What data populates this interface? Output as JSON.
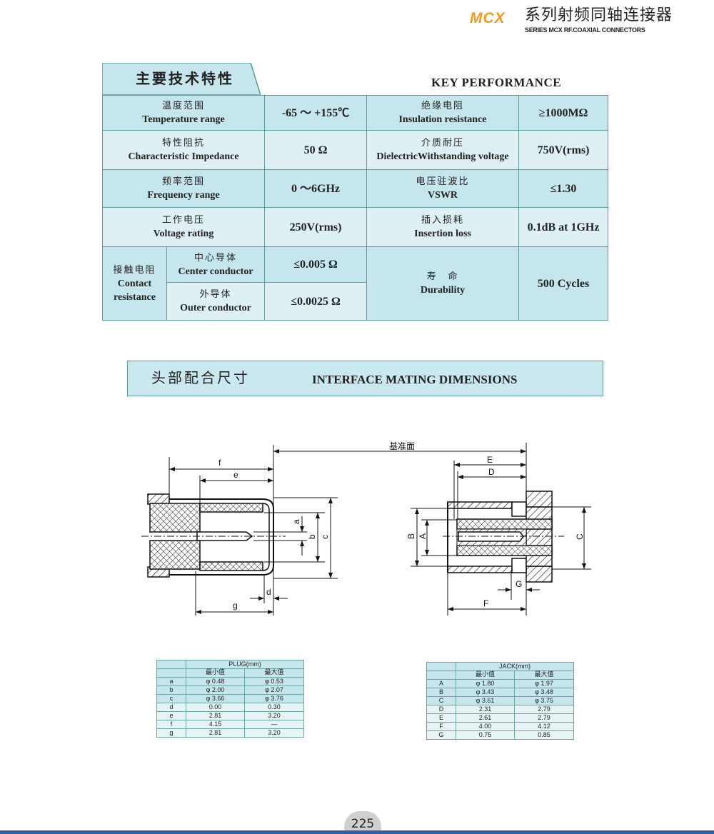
{
  "header": {
    "brand": "MCX",
    "title_cn": "系列射频同轴连接器",
    "title_en": "SERIES MCX RF.COAXIAL CONNECTORS"
  },
  "key_performance": {
    "title_cn": "主要技术特性",
    "title_en": "KEY PERFORMANCE",
    "rows": [
      {
        "l_cn": "温度范围",
        "l_en": "Temperature range",
        "l_val": "-65  ～ +155℃",
        "r_cn": "绝缘电阻",
        "r_en": "Insulation resistance",
        "r_val": "≥1000MΩ"
      },
      {
        "l_cn": "特性阻抗",
        "l_en": "Characteristic Impedance",
        "l_val": "50 Ω",
        "r_cn": "介质耐压",
        "r_en": "DielectricWithstanding voltage",
        "r_val": "750V(rms)"
      },
      {
        "l_cn": "频率范围",
        "l_en": "Frequency range",
        "l_val": "0 ～6GHz",
        "r_cn": "电压驻波比",
        "r_en": "VSWR",
        "r_val": "≤1.30"
      },
      {
        "l_cn": "工作电压",
        "l_en": "Voltage rating",
        "l_val": "250V(rms)",
        "r_cn": "插入损耗",
        "r_en": "Insertion loss",
        "r_val": "0.1dB at 1GHz"
      }
    ],
    "contact": {
      "cn": "接触电阻",
      "en1": "Contact",
      "en2": "resistance",
      "center_cn": "中心导体",
      "center_en": "Center conductor",
      "center_val": "≤0.005 Ω",
      "outer_cn": "外导体",
      "outer_en": "Outer conductor",
      "outer_val": "≤0.0025 Ω"
    },
    "durability": {
      "cn": "寿　命",
      "en": "Durability",
      "val": "500 Cycles"
    }
  },
  "interface": {
    "title_cn": "头部配合尺寸",
    "title_en": "INTERFACE MATING DIMENSIONS",
    "ref_plane": "基准面",
    "plug_labels": [
      "f",
      "e",
      "a",
      "b",
      "c",
      "d",
      "g"
    ],
    "jack_labels": [
      "E",
      "D",
      "B",
      "A",
      "C",
      "G",
      "F"
    ]
  },
  "plug_table": {
    "title": "PLUG(mm)",
    "min": "最小值",
    "max": "最大值",
    "rows": [
      [
        "a",
        "φ  0.48",
        "φ  0.53"
      ],
      [
        "b",
        "φ  2.00",
        "φ  2.07"
      ],
      [
        "c",
        "φ  3.66",
        "φ  3.76"
      ],
      [
        "d",
        "0.00",
        "0.30"
      ],
      [
        "e",
        "2.81",
        "3.20"
      ],
      [
        "f",
        "4.15",
        "—"
      ],
      [
        "g",
        "2.81",
        "3.20"
      ]
    ]
  },
  "jack_table": {
    "title": "JACK(mm)",
    "min": "最小值",
    "max": "最大值",
    "rows": [
      [
        "A",
        "φ  1.80",
        "φ  1.97"
      ],
      [
        "B",
        "φ  3.43",
        "φ  3.48"
      ],
      [
        "C",
        "φ  3.61",
        "φ  3.75"
      ],
      [
        "D",
        "2.31",
        "2.79"
      ],
      [
        "E",
        "2.61",
        "2.79"
      ],
      [
        "F",
        "4.00",
        "4.12"
      ],
      [
        "G",
        "0.75",
        "0.85"
      ]
    ]
  },
  "page_number": "225",
  "colors": {
    "brand": "#f29a1e",
    "cell_dark": "#c6e6ee",
    "cell_light": "#def0f3",
    "border": "#5b9c96",
    "bar": "#2f5fa8"
  }
}
